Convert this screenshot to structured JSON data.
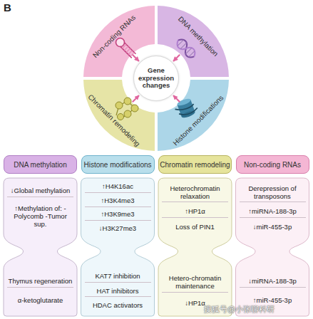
{
  "diagram": {
    "nodes": [
      {
        "text": [
          "Non-coding RNAs"
        ]
      },
      {
        "text": [
          "DNA methylation"
        ]
      },
      {
        "text": [
          "Gene expression changes"
        ]
      },
      {
        "text": [
          "Chromatin remodeling"
        ]
      },
      {
        "text": [
          "Histone modifications"
        ]
      },
      {
        "text": [
          "DNA methylation"
        ]
      },
      {
        "text": [
          "Histone modifications"
        ]
      },
      {
        "text": [
          "Chromatin remodeling"
        ]
      },
      {
        "text": [
          "Non-coding RNAs"
        ]
      },
      {
        "text": [
          "↓Global methylation",
          "↑Methylation of: -Polycomb -Tumor sup."
        ]
      },
      {
        "text": [
          "↑H4K16ac",
          "↑H3K4me3",
          "↑H3K9me3",
          "↓H3K27me3"
        ]
      },
      {
        "text": [
          "Heterochromatin relaxation",
          "↑HP1α",
          "Loss of PIN1"
        ]
      },
      {
        "text": [
          "Derepression of transposons",
          "↑miRNA-188-3p",
          "↓miR-455-3p"
        ]
      },
      {
        "text": [
          "Thymus regeneration",
          "α-ketoglutarate"
        ]
      },
      {
        "text": [
          "KAT7 inhibition",
          "HAT inhibitors",
          "HDAC activators"
        ]
      },
      {
        "text": [
          "Hetero-chromatin maintenance",
          "↓HP1α"
        ]
      },
      {
        "text": [
          "↓miRNA-188-3p",
          "↑miR-455-3p"
        ]
      }
    ],
    "edges": [
      {
        "from": 0,
        "to": 2,
        "arrow": "to"
      },
      {
        "from": 1,
        "to": 2,
        "arrow": "to"
      },
      {
        "from": 3,
        "to": 2,
        "arrow": "to"
      },
      {
        "from": 4,
        "to": 2,
        "arrow": "to"
      }
    ],
    "labels": [
      "B",
      "搜狐号@小张聊科研"
    ]
  }
}
